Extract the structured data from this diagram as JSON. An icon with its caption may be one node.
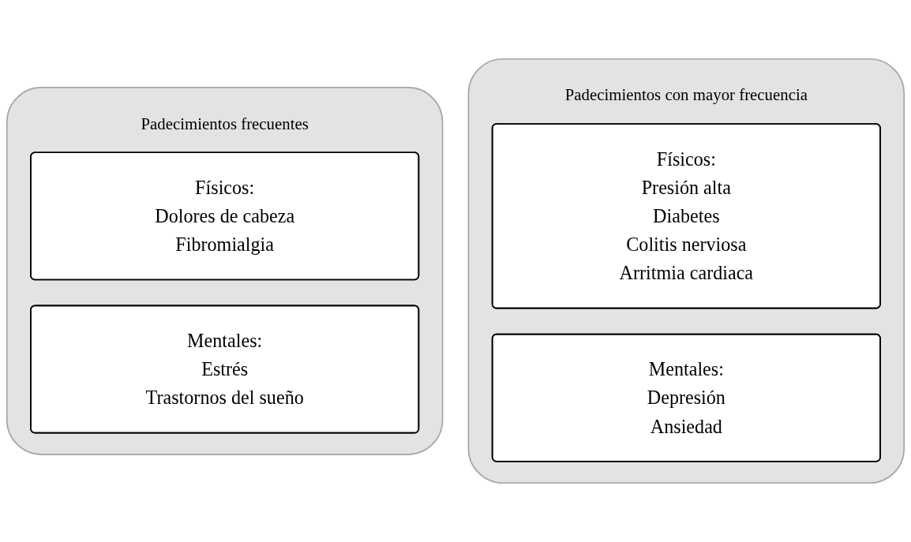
{
  "diagram": {
    "nodes": [
      {
        "text": [
          "Padecimientos frecuentes"
        ]
      },
      {
        "text": [
          "Físicos:",
          "Dolores de cabeza",
          "Fibromialgia"
        ],
        "in": 0
      },
      {
        "text": [
          "Mentales:",
          "Estrés",
          "Trastornos del sueño"
        ],
        "in": 0
      },
      {
        "text": [
          "Padecimientos con mayor frecuencia"
        ]
      },
      {
        "text": [
          "Físicos:",
          "Presión alta",
          "Diabetes",
          "Colitis nerviosa",
          "Arritmia cardiaca"
        ],
        "in": 3
      },
      {
        "text": [
          "Mentales:",
          "Depresión",
          "Ansiedad"
        ],
        "in": 3
      }
    ],
    "edges": []
  }
}
